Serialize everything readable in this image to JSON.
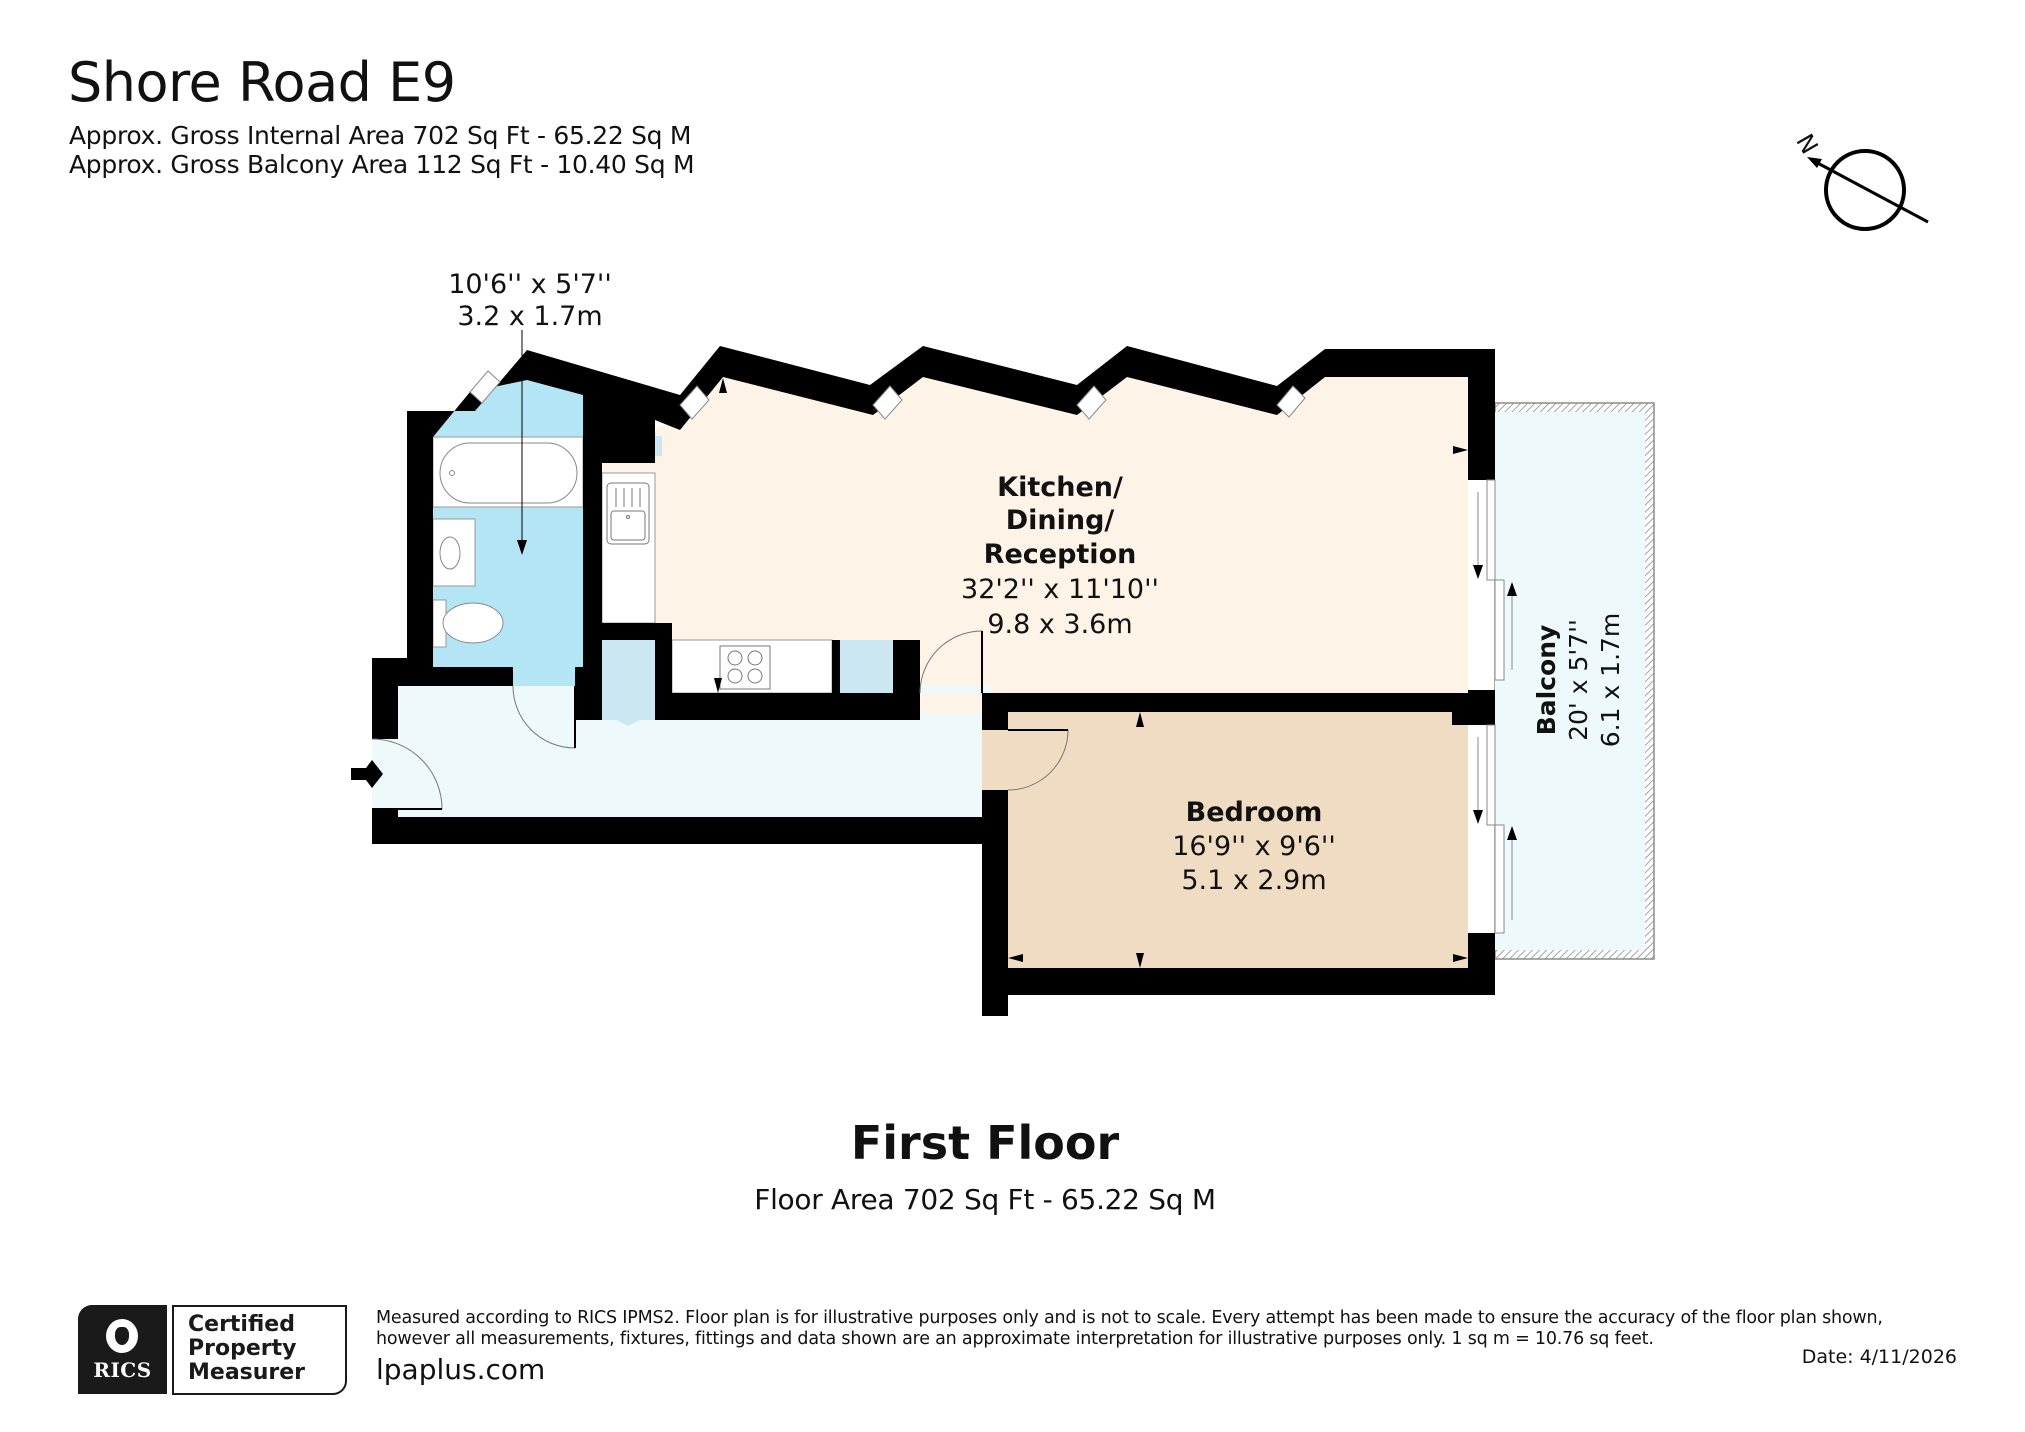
{
  "header": {
    "title": "Shore Road E9",
    "gross_internal_area": "Approx. Gross Internal Area 702 Sq Ft - 65.22 Sq M",
    "gross_balcony_area": "Approx. Gross Balcony Area 112 Sq Ft - 10.40 Sq M"
  },
  "compass": {
    "label": "N",
    "icon": "north-arrow-compass-icon"
  },
  "rooms": {
    "bathroom": {
      "name": "",
      "dim_imperial": "10'6'' x 5'7''",
      "dim_metric": "3.2 x 1.7m",
      "color": "#b3e5f5"
    },
    "kitchen": {
      "name_line1": "Kitchen/",
      "name_line2": "Dining/",
      "name_line3": "Reception",
      "dim_imperial": "32'2'' x 11'10''",
      "dim_metric": "9.8 x 3.6m",
      "color": "#fdf3e7"
    },
    "bedroom": {
      "name": "Bedroom",
      "dim_imperial": "16'9'' x 9'6''",
      "dim_metric": "5.1 x 2.9m",
      "color": "#f0dcc3"
    },
    "balcony": {
      "name": "Balcony",
      "dim_imperial": "20' x 5'7''",
      "dim_metric": "6.1 x 1.7m",
      "color": "#eef9fc"
    },
    "hallway": {
      "color": "#eef9fc"
    },
    "cupboard": {
      "color": "#cbe7f2"
    }
  },
  "floor": {
    "title": "First Floor",
    "area": "Floor Area 702 Sq Ft - 65.22 Sq M"
  },
  "footer": {
    "rics_logo_text": "RICS",
    "certified_line1": "Certified",
    "certified_line2": "Property",
    "certified_line3": "Measurer",
    "disclaimer_line1": "Measured according to RICS IPMS2. Floor plan is for illustrative purposes only and is not to scale. Every attempt has been made to ensure the accuracy of the floor plan shown,",
    "disclaimer_line2": "however all measurements, fixtures, fittings and data shown are an approximate interpretation for illustrative purposes only. 1 sq m = 10.76 sq feet.",
    "website": "lpaplus.com",
    "date": "Date: 4/11/2026"
  },
  "colors": {
    "wall": "#000000",
    "fixture_line": "#8a8a8a"
  }
}
